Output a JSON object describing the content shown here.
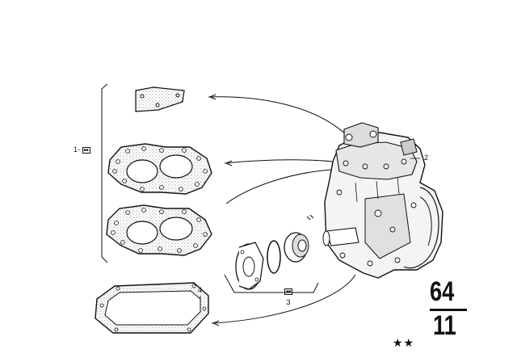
{
  "callouts": {
    "item1": {
      "number": "1-",
      "symbol": "■■"
    },
    "item2": {
      "number": "2"
    },
    "item3": {
      "number": "3",
      "symbol": "■■"
    },
    "item4": {
      "number": "4"
    }
  },
  "group_code": {
    "major": "64",
    "minor": "11"
  },
  "stars": "★★"
}
